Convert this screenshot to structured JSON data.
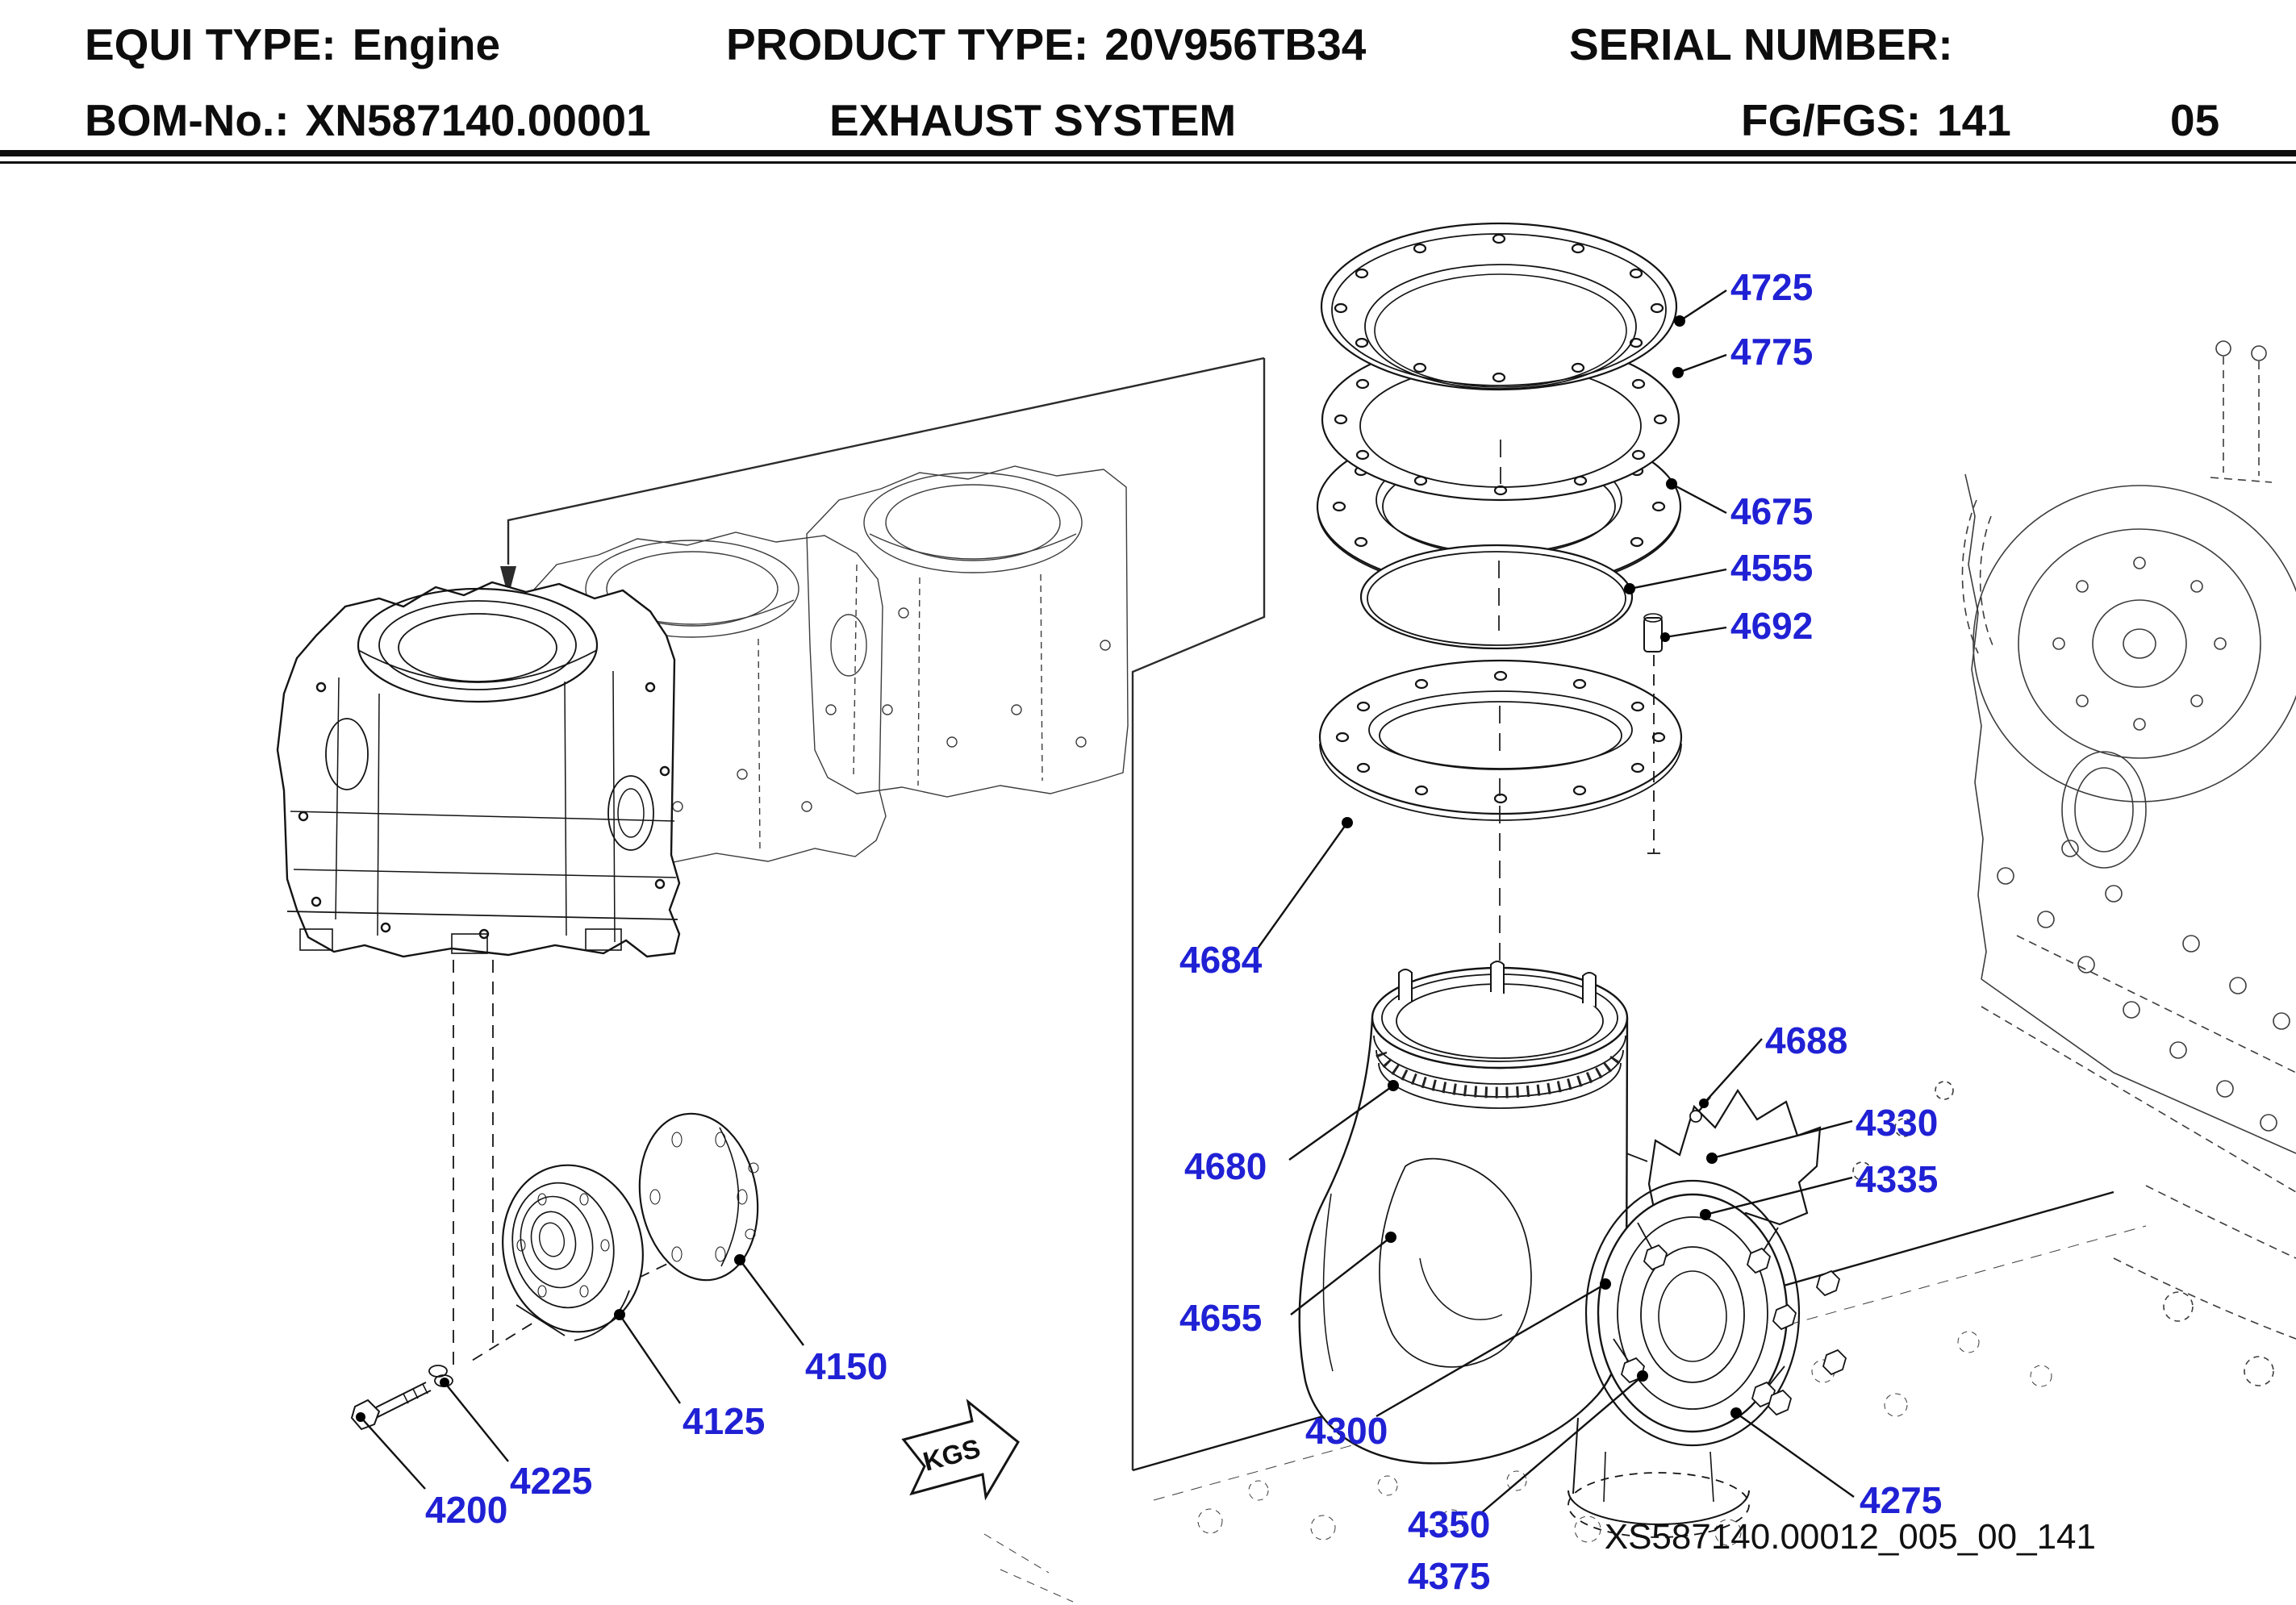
{
  "header": {
    "equi_type_label": "EQUI TYPE:",
    "equi_type": "Engine",
    "product_type_label": "PRODUCT TYPE:",
    "product_type": "20V956TB34",
    "serial_label": "SERIAL NUMBER:",
    "serial": "",
    "bom_label": "BOM-No.:",
    "bom": "XN587140.00001",
    "system_name": "EXHAUST SYSTEM",
    "fg_label": "FG/FGS:",
    "fg": "141",
    "sheet": "05"
  },
  "parts": {
    "p4725": "4725",
    "p4775": "4775",
    "p4675": "4675",
    "p4555": "4555",
    "p4692": "4692",
    "p4684": "4684",
    "p4688": "4688",
    "p4330": "4330",
    "p4335": "4335",
    "p4680": "4680",
    "p4655": "4655",
    "p4300": "4300",
    "p4275": "4275",
    "p4350": "4350",
    "p4375": "4375",
    "p4150": "4150",
    "p4125": "4125",
    "p4225": "4225",
    "p4200": "4200"
  },
  "kgs_marker": "KGS",
  "drawing_ref": "XS587140.00012_005_00_141",
  "colors": {
    "part_label_blue": "#2021d4",
    "line_black": "#141414"
  }
}
